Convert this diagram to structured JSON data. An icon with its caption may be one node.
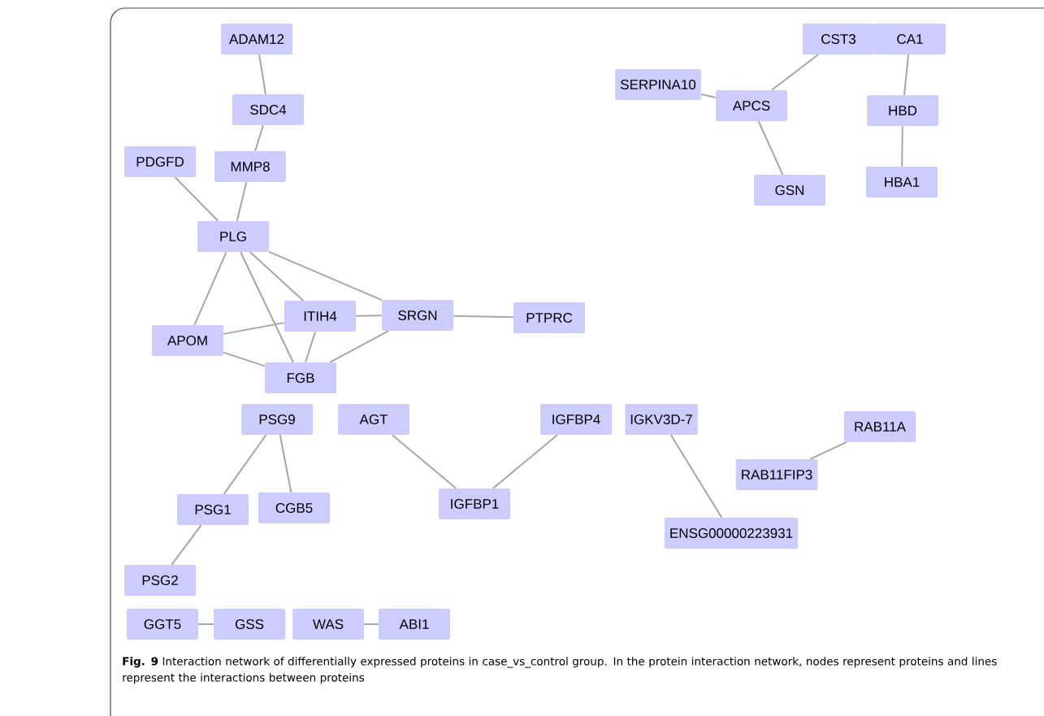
{
  "diagram": {
    "caption": "**Fig. 9** Interaction network of differentially expressed proteins in case_vs_control group. In the protein interaction network, nodes represent proteins and lines represent the interactions between proteins",
    "nodes": [
      {
        "text": [
          "ADAM12"
        ]
      },
      {
        "text": [
          "SDC4"
        ]
      },
      {
        "text": [
          "PDGFD"
        ]
      },
      {
        "text": [
          "MMP8"
        ]
      },
      {
        "text": [
          "PLG"
        ]
      },
      {
        "text": [
          "ITIH4"
        ]
      },
      {
        "text": [
          "SRGN"
        ]
      },
      {
        "text": [
          "PTPRC"
        ]
      },
      {
        "text": [
          "APOM"
        ]
      },
      {
        "text": [
          "FGB"
        ]
      },
      {
        "text": [
          "CST3"
        ]
      },
      {
        "text": [
          "CA1"
        ]
      },
      {
        "text": [
          "SERPINA10"
        ]
      },
      {
        "text": [
          "APCS"
        ]
      },
      {
        "text": [
          "HBD"
        ]
      },
      {
        "text": [
          "GSN"
        ]
      },
      {
        "text": [
          "HBA1"
        ]
      },
      {
        "text": [
          "PSG9"
        ]
      },
      {
        "text": [
          "AGT"
        ]
      },
      {
        "text": [
          "IGFBP4"
        ]
      },
      {
        "text": [
          "IGKV3D-7"
        ]
      },
      {
        "text": [
          "RAB11A"
        ]
      },
      {
        "text": [
          "RAB11FIP3"
        ]
      },
      {
        "text": [
          "PSG1"
        ]
      },
      {
        "text": [
          "CGB5"
        ]
      },
      {
        "text": [
          "IGFBP1"
        ]
      },
      {
        "text": [
          "ENSG00000223931"
        ]
      },
      {
        "text": [
          "PSG2"
        ]
      },
      {
        "text": [
          "GGT5"
        ]
      },
      {
        "text": [
          "GSS"
        ]
      },
      {
        "text": [
          "WAS"
        ]
      },
      {
        "text": [
          "ABI1"
        ]
      }
    ],
    "edges": [
      {
        "from": 0,
        "to": 1,
        "arrow": "none"
      },
      {
        "from": 1,
        "to": 3,
        "arrow": "none"
      },
      {
        "from": 3,
        "to": 4,
        "arrow": "none"
      },
      {
        "from": 2,
        "to": 4,
        "arrow": "none"
      },
      {
        "from": 4,
        "to": 8,
        "arrow": "none"
      },
      {
        "from": 4,
        "to": 5,
        "arrow": "none"
      },
      {
        "from": 4,
        "to": 9,
        "arrow": "none"
      },
      {
        "from": 4,
        "to": 6,
        "arrow": "none"
      },
      {
        "from": 5,
        "to": 6,
        "arrow": "none"
      },
      {
        "from": 8,
        "to": 5,
        "arrow": "none"
      },
      {
        "from": 5,
        "to": 9,
        "arrow": "none"
      },
      {
        "from": 8,
        "to": 9,
        "arrow": "none"
      },
      {
        "from": 6,
        "to": 9,
        "arrow": "none"
      },
      {
        "from": 6,
        "to": 7,
        "arrow": "none"
      },
      {
        "from": 12,
        "to": 13,
        "arrow": "none"
      },
      {
        "from": 13,
        "to": 10,
        "arrow": "none"
      },
      {
        "from": 13,
        "to": 15,
        "arrow": "none"
      },
      {
        "from": 11,
        "to": 14,
        "arrow": "none"
      },
      {
        "from": 14,
        "to": 16,
        "arrow": "none"
      },
      {
        "from": 17,
        "to": 23,
        "arrow": "none"
      },
      {
        "from": 17,
        "to": 24,
        "arrow": "none"
      },
      {
        "from": 23,
        "to": 27,
        "arrow": "none"
      },
      {
        "from": 18,
        "to": 25,
        "arrow": "none"
      },
      {
        "from": 25,
        "to": 19,
        "arrow": "none"
      },
      {
        "from": 20,
        "to": 26,
        "arrow": "none"
      },
      {
        "from": 22,
        "to": 21,
        "arrow": "none"
      },
      {
        "from": 28,
        "to": 29,
        "arrow": "none"
      },
      {
        "from": 30,
        "to": 31,
        "arrow": "none"
      }
    ]
  }
}
